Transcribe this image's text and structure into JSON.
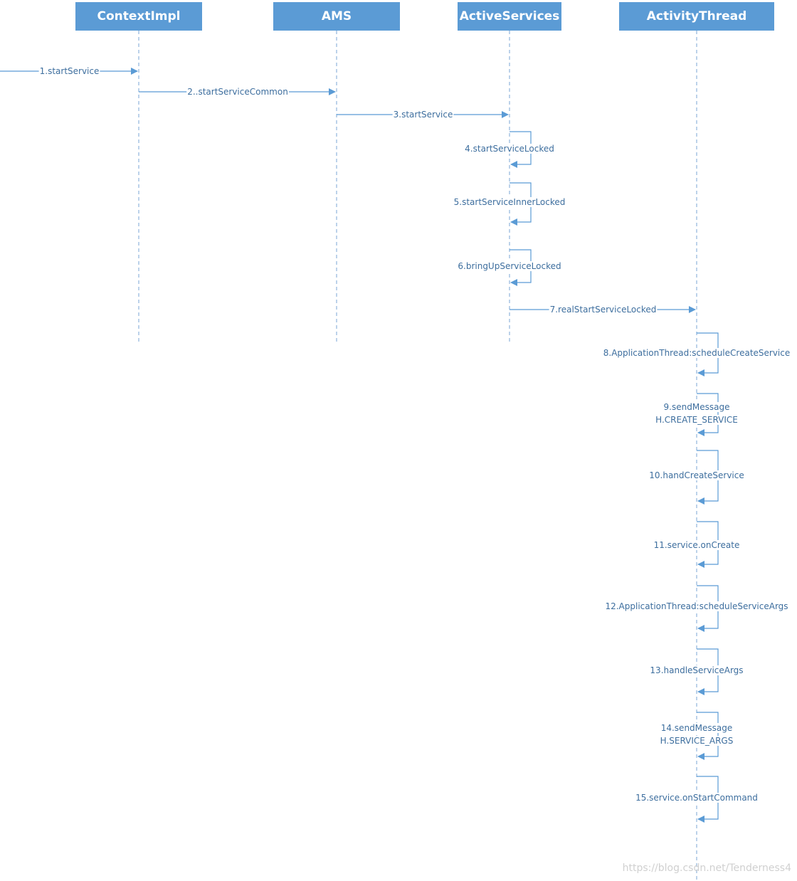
{
  "colors": {
    "participant_fill": "#5b9bd5",
    "participant_text": "#ffffff",
    "lifeline": "#8fb5dd",
    "arrow": "#5b9bd5",
    "label_text": "#3d6e9e",
    "watermark": "#d0d0d0"
  },
  "participants": [
    {
      "id": "contextimpl",
      "label": "ContextImpl"
    },
    {
      "id": "ams",
      "label": "AMS"
    },
    {
      "id": "activeservices",
      "label": "ActiveServices"
    },
    {
      "id": "activitythread",
      "label": "ActivityThread"
    }
  ],
  "messages": [
    {
      "label": [
        "1.startService"
      ],
      "from": null,
      "to": "contextimpl"
    },
    {
      "label": [
        "2..startServiceCommon"
      ],
      "from": "contextimpl",
      "to": "ams"
    },
    {
      "label": [
        "3.startService"
      ],
      "from": "ams",
      "to": "activeservices"
    },
    {
      "label": [
        "4.startServiceLocked"
      ],
      "from": "activeservices",
      "to": "activeservices"
    },
    {
      "label": [
        "5.startServiceInnerLocked"
      ],
      "from": "activeservices",
      "to": "activeservices"
    },
    {
      "label": [
        "6.bringUpServiceLocked"
      ],
      "from": "activeservices",
      "to": "activeservices"
    },
    {
      "label": [
        "7.realStartServiceLocked"
      ],
      "from": "activeservices",
      "to": "activitythread"
    },
    {
      "label": [
        "8.ApplicationThread:scheduleCreateService"
      ],
      "from": "activitythread",
      "to": "activitythread"
    },
    {
      "label": [
        "9.sendMessage",
        "H.CREATE_SERVICE"
      ],
      "from": "activitythread",
      "to": "activitythread"
    },
    {
      "label": [
        "10.handCreateService"
      ],
      "from": "activitythread",
      "to": "activitythread"
    },
    {
      "label": [
        "11.service.onCreate"
      ],
      "from": "activitythread",
      "to": "activitythread"
    },
    {
      "label": [
        "12.ApplicationThread:scheduleServiceArgs"
      ],
      "from": "activitythread",
      "to": "activitythread"
    },
    {
      "label": [
        "13.handleServiceArgs"
      ],
      "from": "activitythread",
      "to": "activitythread"
    },
    {
      "label": [
        "14.sendMessage",
        "H.SERVICE_ARGS"
      ],
      "from": "activitythread",
      "to": "activitythread"
    },
    {
      "label": [
        "15.service.onStartCommand"
      ],
      "from": "activitythread",
      "to": "activitythread"
    }
  ],
  "watermark": "https://blog.csdn.net/Tenderness4"
}
